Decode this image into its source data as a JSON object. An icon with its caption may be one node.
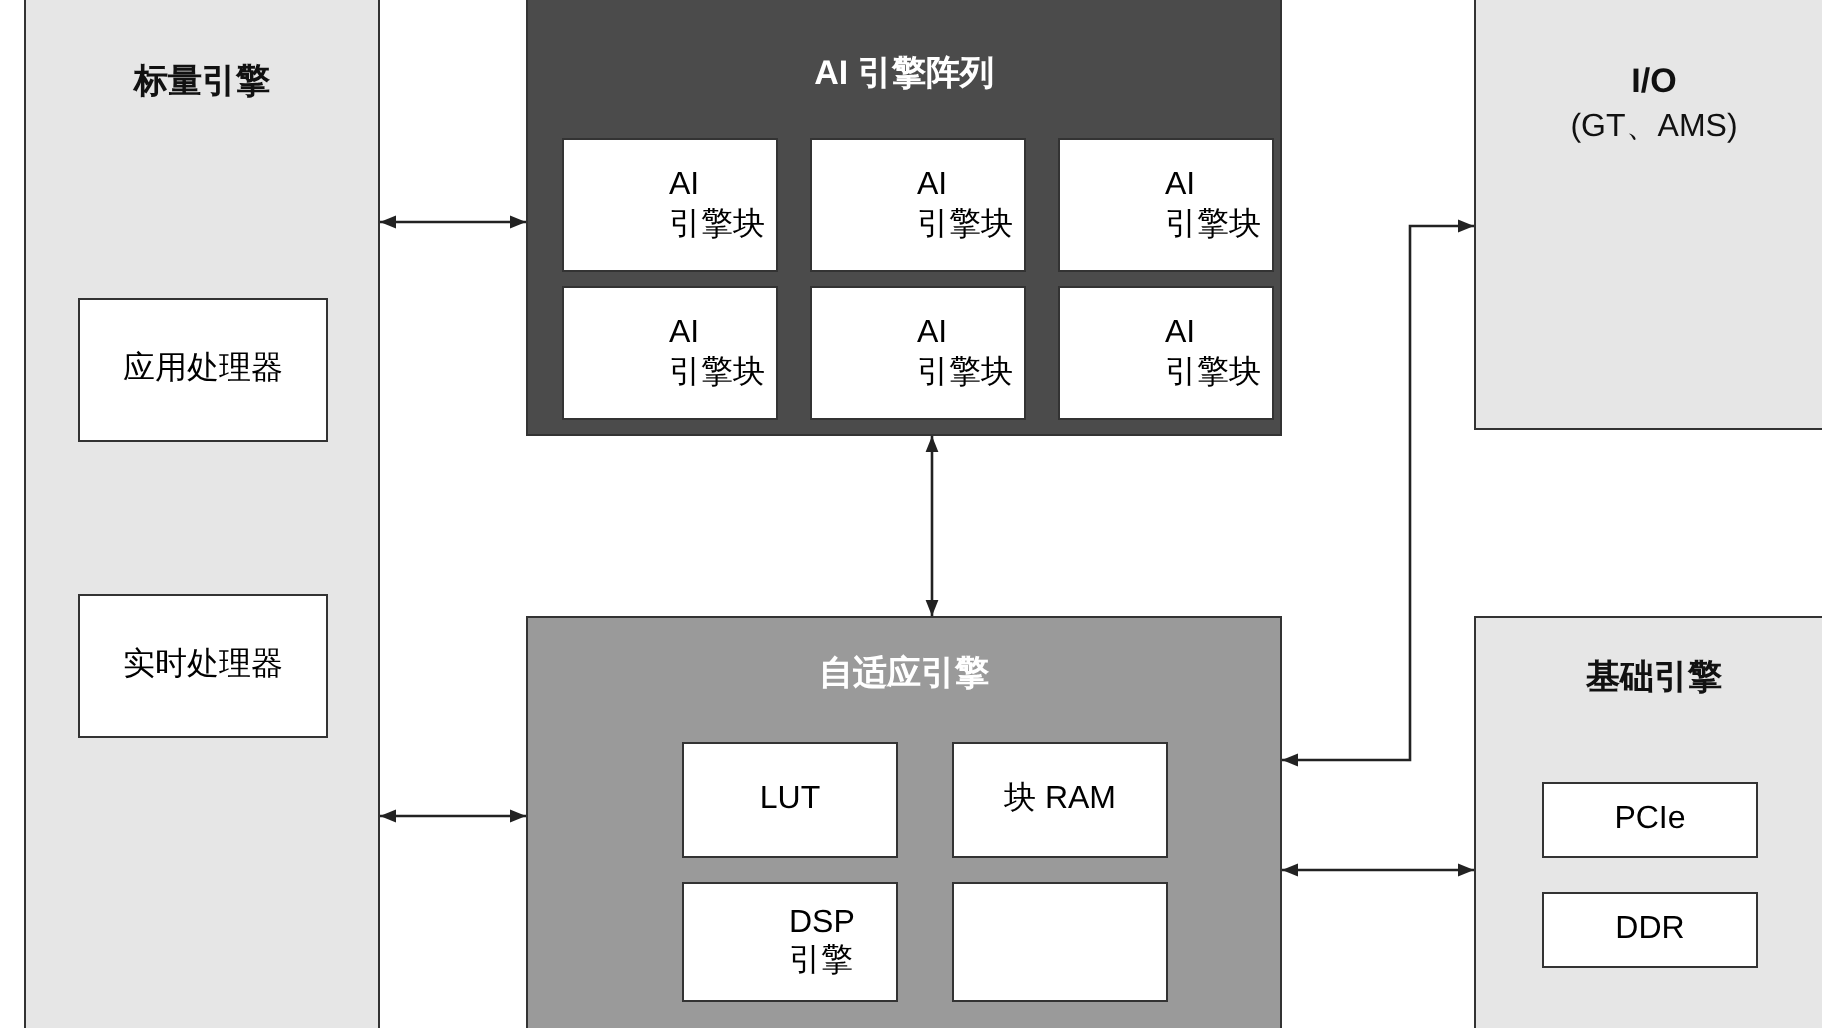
{
  "diagram": {
    "nodes": [
      {
        "text": [
          "标量引擎"
        ]
      },
      {
        "text": [
          "应用处理器"
        ],
        "in": 0
      },
      {
        "text": [
          "实时处理器"
        ],
        "in": 0
      },
      {
        "text": [
          "AI 引擎阵列"
        ]
      },
      {
        "text": [
          "AI 引擎块"
        ],
        "in": 3
      },
      {
        "text": [
          "AI 引擎块"
        ],
        "in": 3
      },
      {
        "text": [
          "AI 引擎块"
        ],
        "in": 3
      },
      {
        "text": [
          "AI 引擎块"
        ],
        "in": 3
      },
      {
        "text": [
          "AI 引擎块"
        ],
        "in": 3
      },
      {
        "text": [
          "AI 引擎块"
        ],
        "in": 3
      },
      {
        "text": [
          "I/O",
          "(GT、AMS)"
        ]
      },
      {
        "text": [
          "自适应引擎"
        ]
      },
      {
        "text": [
          "LUT"
        ],
        "in": 11
      },
      {
        "text": [
          "块 RAM"
        ],
        "in": 11
      },
      {
        "text": [
          "DSP 引擎"
        ],
        "in": 11
      },
      {
        "text": [],
        "shape": "box",
        "in": 11
      },
      {
        "text": [
          "基础引擎"
        ]
      },
      {
        "text": [
          "PCIe"
        ],
        "in": 16
      },
      {
        "text": [
          "DDR"
        ],
        "in": 16
      }
    ],
    "edges": [
      {
        "from": 0,
        "to": 3,
        "arrow": "both"
      },
      {
        "from": 0,
        "to": 11,
        "arrow": "both"
      },
      {
        "from": 3,
        "to": 11,
        "arrow": "both"
      },
      {
        "from": 11,
        "to": 10,
        "arrow": "both"
      },
      {
        "from": 11,
        "to": 16,
        "arrow": "both"
      }
    ]
  }
}
